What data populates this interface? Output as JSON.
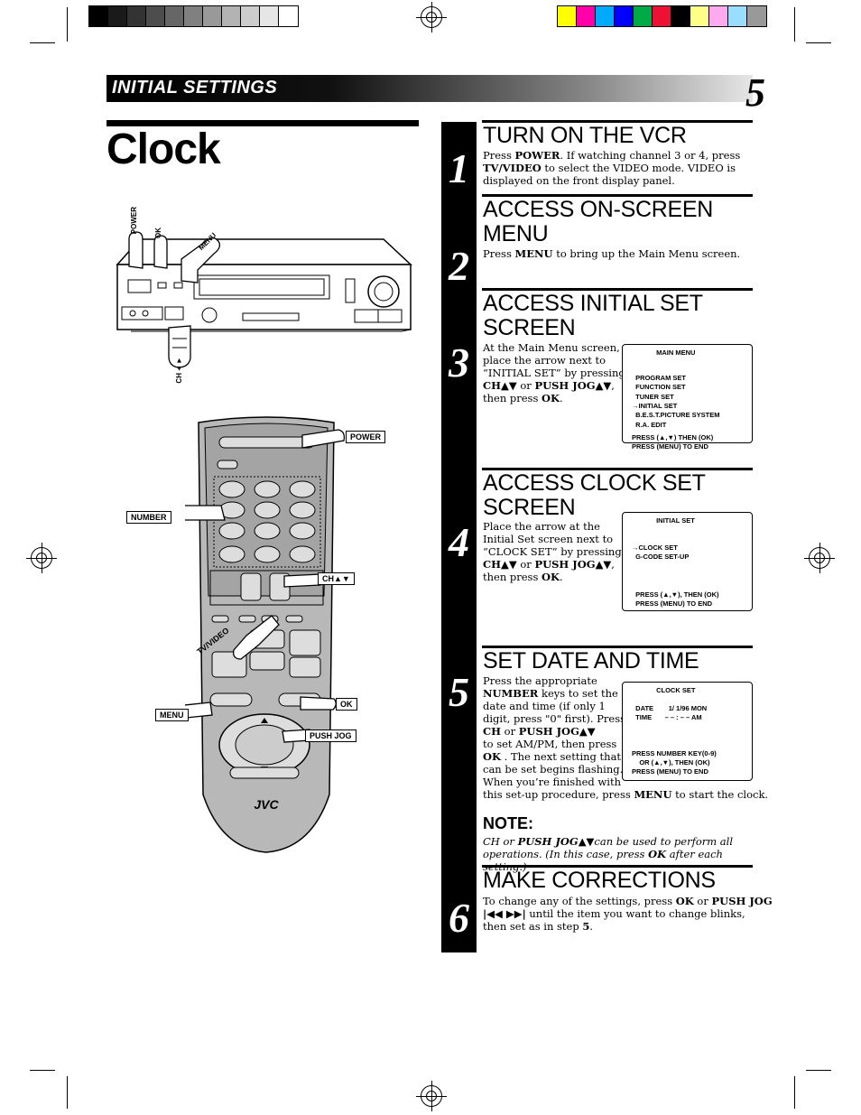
{
  "header": {
    "section": "INITIAL SETTINGS",
    "page_number": "5"
  },
  "page_title": "Clock",
  "steps": [
    {
      "num": "1",
      "heading": "TURN ON THE VCR",
      "lines": [
        "Press <b>POWER</b>. If watching channel 3 or 4, press",
        "<b>TV/VIDEO</b> to select the VIDEO mode. VIDEO is",
        "displayed on the front display panel."
      ]
    },
    {
      "num": "2",
      "heading_lines": [
        "ACCESS ON-SCREEN",
        "MENU"
      ],
      "lines": [
        "Press <b>MENU</b> to bring up the Main Menu screen."
      ]
    },
    {
      "num": "3",
      "heading_lines": [
        "ACCESS INITIAL SET",
        "SCREEN"
      ],
      "lines": [
        "At the Main Menu screen,",
        "place the arrow next to",
        "“INITIAL SET” by pressing",
        "<b>CH▲▼</b>  or <b>PUSH JOG▲▼</b>,",
        "then press <b>OK</b>."
      ]
    },
    {
      "num": "4",
      "heading_lines": [
        "ACCESS CLOCK SET",
        "SCREEN"
      ],
      "lines": [
        "Place the arrow at the",
        "Initial Set screen next to",
        "“CLOCK SET” by pressing",
        "<b>CH▲▼</b>  or <b>PUSH JOG▲▼</b>,",
        "then press <b>OK</b>."
      ]
    },
    {
      "num": "5",
      "heading": "SET DATE AND TIME",
      "lines": [
        "Press the appropriate",
        "<b>NUMBER</b> keys to set the",
        "date and time (if only 1",
        "digit, press \"0\" first). Press",
        "<b>CH</b>        or <b>PUSH JOG▲▼</b>",
        "to set AM/PM, then press",
        "<b>OK</b> . The next setting that",
        "can be set begins flashing.",
        "When you’re finished with",
        "this set-up procedure, press <b>MENU</b> to start the clock."
      ]
    },
    {
      "num": "6",
      "heading": "MAKE CORRECTIONS",
      "lines": [
        "To change any of the settings, press <b>OK</b> or <b>PUSH JOG</b>",
        "<b>|◀◀ ▶▶|</b> until the item you want to change blinks,",
        "then set as in step <b>5</b>."
      ]
    }
  ],
  "note": {
    "heading": "NOTE:",
    "lines": [
      "<i>CH</i>        or <b>PUSH JOG▲▼</b><i>can be used to perform all</i>",
      "<i>operations. (In this case, press</i> <b><i>OK</i></b> <i>after each setting.)</i>"
    ]
  },
  "screens": {
    "main_menu": [
      "             MAIN MENU",
      "",
      "  PROGRAM SET",
      "  FUNCTION SET",
      "  TUNER SET",
      "→INITIAL SET",
      "  B.E.S.T.PICTURE SYSTEM",
      "  R.A. EDIT",
      "PRESS (▲,▼) THEN (OK)",
      "PRESS (MENU) TO END"
    ],
    "initial_set": [
      "             INITIAL SET",
      "",
      "",
      "→CLOCK SET",
      "  G-CODE SET-UP",
      "",
      "",
      "",
      "  PRESS (▲,▼), THEN (OK)",
      "  PRESS (MENU) TO END"
    ],
    "clock_set": [
      "             CLOCK SET",
      "",
      "  DATE        1/ 1/96 MON",
      "  TIME       – – : – – AM",
      "",
      "",
      "",
      "PRESS NUMBER KEY(0-9)",
      "    OR (▲,▼), THEN (OK)",
      "PRESS (MENU) TO END"
    ]
  },
  "vcr_labels": {
    "power": "POWER",
    "ok": "OK",
    "menu": "MENU",
    "ch": "CH▲▼"
  },
  "remote_labels": {
    "power": "POWER",
    "number": "NUMBER",
    "ch": "CH▲▼",
    "tv_video": "TV/VIDEO",
    "ok": "OK",
    "menu": "MENU",
    "push_jog": "PUSH JOG",
    "brand": "JVC"
  },
  "colors": {
    "top_bar_gray": [
      "#000000",
      "#1a1a1a",
      "#333333",
      "#4d4d4d",
      "#666666",
      "#808080",
      "#999999",
      "#b3b3b3",
      "#cccccc",
      "#e6e6e6",
      "#ffffff"
    ],
    "top_bar_color": [
      "#ffff00",
      "#ff00aa",
      "#00aaff",
      "#0000ff",
      "#00aa44",
      "#ee1133",
      "#000000",
      "#ffff88",
      "#ffaaee",
      "#99ddff",
      "#999999"
    ]
  }
}
